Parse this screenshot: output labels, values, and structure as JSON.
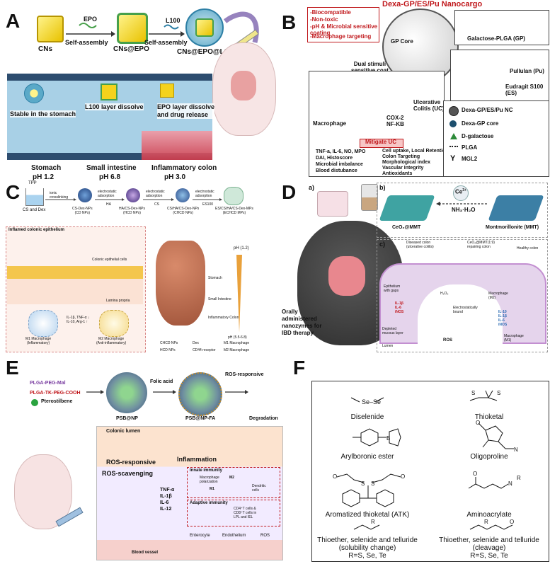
{
  "letters": [
    "A",
    "B",
    "C",
    "D",
    "E",
    "F"
  ],
  "panelA": {
    "labels": [
      "CNs",
      "CNs@EPO",
      "CNs@EPO@L100"
    ],
    "epo": "EPO",
    "l100": "L100",
    "self_assembly": "Self-assembly",
    "notes": [
      "Stable in the stomach",
      "L100 layer dissolve",
      "EPO layer dissolve\nand drug release"
    ],
    "regions": [
      {
        "name": "Stomach",
        "ph": "pH 1.2"
      },
      {
        "name": "Small intestine",
        "ph": "pH 6.8"
      },
      {
        "name": "Inflammatory colon",
        "ph": "pH 3.0"
      }
    ]
  },
  "panelB": {
    "title": "Dexa-GP/ES/Pu Nanocargo",
    "features": [
      "-Biocompatible",
      "-Non-toxic",
      "-pH & Microbial sensitive coating",
      "-Macrophage targeting"
    ],
    "gp_core": "GP Core",
    "dual": "Dual stimuli\nsensitive coat\n(ES/Pu)",
    "galactose": "Galactose-PLGA (GP)",
    "pullulan": "Pullulan (Pu)",
    "eudragit": "Eudragit S100\n(ES)",
    "macrophage": "Macrophage",
    "uc": "Ulcerative\nColitis (UC)",
    "cox": "COX-2\nNF-KB",
    "mitigate": "Mitigate UC",
    "down_list": "TNF-a, IL-6, NO, MPO\nDAI, Histoscore\nMicrobial imbalance\nBlood distubance",
    "up_list": "Cell uptake, Local Retention\nColon Targeting\nMorphological index\nVascular Integrity\nAntioxidants",
    "legend": [
      "Dexa-GP/ES/Pu NC",
      "Dexa-GP core",
      "D-galactose",
      "PLGA",
      "MGL2"
    ]
  },
  "panelC": {
    "tpp": "TPP",
    "cs_dex": "CS and Dex",
    "steps": [
      "ionic\ncrosslinking",
      "electrostatic\nadsorption",
      "electrostatic\nadsorption",
      "electrostatic\nadsorption"
    ],
    "step_agents": [
      "",
      "HA",
      "CS",
      "ES100"
    ],
    "particles": [
      "CS-Dex-NPs\n(CD NPs)",
      "HA/CS-Dex-NPs\n(HCD NPs)",
      "CS/HA/CS-Dex-NPs\n(CHCD NPs)",
      "ES/CS/HA/CS-Dex-MPs\n(ECHCD MPs)"
    ],
    "inflamed": "Inflamed colonic epithelium",
    "colonic_cells": "Colonic epithelial cells",
    "lamina": "Lamina propria",
    "m1": "M1 Macrophage\n(Inflammatory)",
    "m2": "M2 Macrophage\n(Anti-inflammatory)",
    "arrow_label": "IL-1β, TNF-α ↓\nIL-10, Arg-1 ↑",
    "organs": [
      "Stomach",
      "Small Intestine",
      "Inflammatory Colon"
    ],
    "ph_top": "pH (1.2)",
    "ph_bottom": "pH (5.5-6.8)",
    "legend": [
      "CHCD NPs",
      "Dex",
      "M1 Macrophage",
      "HCD NPs",
      "CD44 receptor",
      "M2 Macrophage"
    ]
  },
  "panelD": {
    "a": "a)",
    "b": "b)",
    "c": "c)",
    "ce": "Ce",
    "ce_sup": "3+",
    "nh3": "NH₃·H₂O",
    "ceo2": "CeO₂@MMT",
    "mmt": "Montmorillonite (MMT)",
    "oral": "Orally\nadministered\nnanozymes for\nIBD therapy",
    "diseased": "Diseased colon\n(ulcerative colitis)",
    "repairing": "CeO₂@MMT(1:9)\nrepairing colon",
    "healthy": "Healthy colon",
    "epithelium": "Epithelium\nwith gaps",
    "depleted": "Depleted\nmucous layer",
    "ros": "ROS",
    "h2o2": "H₂O₂",
    "electro": "Electrostatically\nbound",
    "mac_m2": "Macrophage\n(M2)",
    "mac_m1": "Macrophage\n(M1)",
    "lumen": "Lumen",
    "cyto_left": "IL-1β\nIL-6\niNOS",
    "cyto_right": "IL-10\nIL-1β\nIL-6\niNOS"
  },
  "panelE": {
    "mal": "PLGA-PEG-Mal",
    "cooh": "PLGA-TK-PEG-COOH",
    "ptero": "Pterostilbene",
    "folic": "Folic acid",
    "ros_resp": "ROS-responsive",
    "psb": "PSB@NP",
    "psb_fa": "PSB@NP-FA",
    "degradation": "Degradation",
    "colonic_lumen": "Colonic lumen",
    "ros_resp2": "ROS-responsive",
    "ros_scav": "ROS-scavenging",
    "inflammation": "Inflammation",
    "innate": "Innate immunity",
    "mac_pol": "Macrophage\npolarization",
    "dendritic": "Dendritic\ncells",
    "adaptive": "Adaptive immunity",
    "cd": "CD4⁺T cells &\nCD8⁺T cells in\nLPL and IEL",
    "cytokines": "TNF-α\nIL-1β\nIL-6\nIL-12",
    "legend": [
      "Enterocyte",
      "Endothelium",
      "ROS"
    ],
    "blood": "Blood vessel",
    "m1": "M1",
    "m2": "M2"
  },
  "panelF": {
    "items": [
      "Diselenide",
      "Thioketal",
      "Arylboronic ester",
      "Oligoproline",
      "Aromatized thioketal (ATK)",
      "Aminoacrylate",
      "Thioether, selenide and telluride\n(solubility change)\nR=S, Se, Te",
      "Thioether, selenide and telluride\n(cleavage)\nR=S, Se, Te"
    ]
  }
}
